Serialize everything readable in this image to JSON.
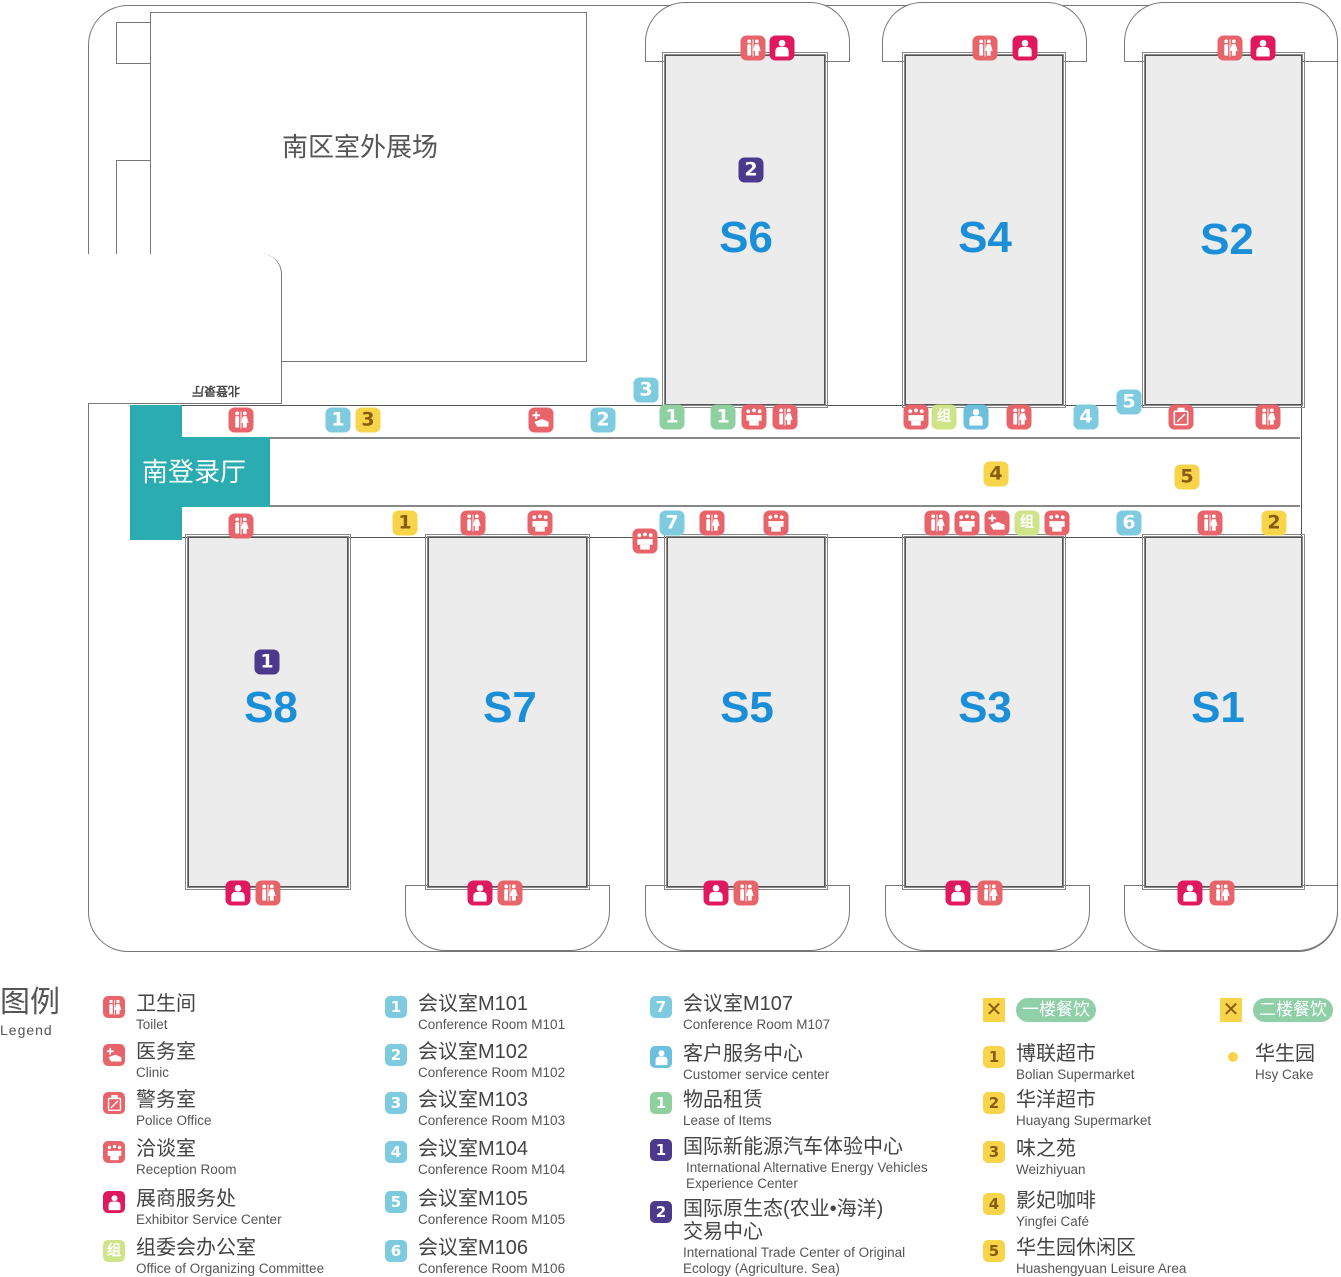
{
  "map": {
    "outdoor_area": "南区室外展场",
    "registration_hall": "南登录厅",
    "north_registration": "北登录厅",
    "halls": {
      "S6": "S6",
      "S4": "S4",
      "S2": "S2",
      "S8": "S8",
      "S7": "S7",
      "S5": "S5",
      "S3": "S3",
      "S1": "S1"
    },
    "hall_badges": {
      "S6": "2",
      "S8": "1"
    },
    "markers": [
      {
        "icon": "toilet"
      },
      {
        "kind": "conf",
        "label": "1"
      },
      {
        "kind": "food",
        "label": "3"
      },
      {
        "icon": "clinic"
      },
      {
        "kind": "conf",
        "label": "2"
      },
      {
        "kind": "conf",
        "label": "3"
      },
      {
        "kind": "lease",
        "label": "1"
      },
      {
        "kind": "lease",
        "label": "1"
      },
      {
        "icon": "reception"
      },
      {
        "icon": "toilet"
      },
      {
        "icon": "reception"
      },
      {
        "kind": "org",
        "label": "组"
      },
      {
        "icon": "customer"
      },
      {
        "icon": "toilet"
      },
      {
        "kind": "conf",
        "label": "4"
      },
      {
        "kind": "conf",
        "label": "5"
      },
      {
        "icon": "police"
      },
      {
        "icon": "toilet"
      },
      {
        "icon": "toilet"
      },
      {
        "icon": "exhibitor"
      },
      {
        "icon": "toilet"
      },
      {
        "icon": "exhibitor"
      },
      {
        "icon": "toilet"
      },
      {
        "icon": "exhibitor"
      },
      {
        "kind": "food",
        "label": "4"
      },
      {
        "kind": "food",
        "label": "5"
      },
      {
        "icon": "toilet"
      },
      {
        "kind": "food",
        "label": "1"
      },
      {
        "icon": "toilet"
      },
      {
        "icon": "reception"
      },
      {
        "icon": "reception"
      },
      {
        "kind": "conf",
        "label": "7"
      },
      {
        "icon": "toilet"
      },
      {
        "icon": "reception"
      },
      {
        "icon": "toilet"
      },
      {
        "icon": "reception"
      },
      {
        "icon": "clinic"
      },
      {
        "kind": "org",
        "label": "组"
      },
      {
        "icon": "reception"
      },
      {
        "kind": "conf",
        "label": "6"
      },
      {
        "icon": "toilet"
      },
      {
        "kind": "food",
        "label": "2"
      },
      {
        "icon": "exhibitor"
      },
      {
        "icon": "toilet"
      },
      {
        "icon": "exhibitor"
      },
      {
        "icon": "toilet"
      },
      {
        "icon": "exhibitor"
      },
      {
        "icon": "toilet"
      },
      {
        "icon": "exhibitor"
      },
      {
        "icon": "toilet"
      },
      {
        "icon": "exhibitor"
      },
      {
        "icon": "toilet"
      }
    ]
  },
  "legend": {
    "title": "图例",
    "subtitle": "Legend",
    "first_floor_dining": "一楼餐饮",
    "second_floor_dining": "二楼餐饮",
    "items": [
      {
        "icon": "toilet",
        "zh": "卫生间",
        "en": "Toilet"
      },
      {
        "icon": "clinic",
        "zh": "医务室",
        "en": "Clinic"
      },
      {
        "icon": "police",
        "zh": "警务室",
        "en": "Police Office"
      },
      {
        "icon": "reception",
        "zh": "洽谈室",
        "en": "Reception Room"
      },
      {
        "icon": "exhibitor",
        "zh": "展商服务处",
        "en": "Exhibitor Service Center"
      },
      {
        "kind": "org",
        "label": "组",
        "zh": "组委会办公室",
        "en": "Office of Organizing Committee"
      },
      {
        "kind": "conf",
        "label": "1",
        "zh": "会议室M101",
        "en": "Conference Room M101"
      },
      {
        "kind": "conf",
        "label": "2",
        "zh": "会议室M102",
        "en": "Conference Room M102"
      },
      {
        "kind": "conf",
        "label": "3",
        "zh": "会议室M103",
        "en": "Conference Room M103"
      },
      {
        "kind": "conf",
        "label": "4",
        "zh": "会议室M104",
        "en": "Conference Room M104"
      },
      {
        "kind": "conf",
        "label": "5",
        "zh": "会议室M105",
        "en": "Conference Room M105"
      },
      {
        "kind": "conf",
        "label": "6",
        "zh": "会议室M106",
        "en": "Conference Room M106"
      },
      {
        "kind": "conf",
        "label": "7",
        "zh": "会议室M107",
        "en": "Conference Room M107"
      },
      {
        "icon": "customer",
        "zh": "客户服务中心",
        "en": "Customer service center"
      },
      {
        "kind": "lease",
        "label": "1",
        "zh": "物品租赁",
        "en": "Lease of Items"
      },
      {
        "kind": "purple",
        "label": "1",
        "zh": "国际新能源汽车体验中心",
        "en": "International Alternative Energy Vehicles",
        "en2": "Experience Center"
      },
      {
        "kind": "purple",
        "label": "2",
        "zh": "国际原生态(农业•海洋)",
        "zh2": "交易中心",
        "en": "International Trade Center of Original",
        "en2": "Ecology (Agriculture. Sea)"
      },
      {
        "kind": "food",
        "label": "1",
        "zh": "博联超市",
        "en": "Bolian Supermarket"
      },
      {
        "kind": "food",
        "label": "2",
        "zh": "华洋超市",
        "en": "Huayang Supermarket"
      },
      {
        "kind": "food",
        "label": "3",
        "zh": "味之苑",
        "en": "Weizhiyuan"
      },
      {
        "kind": "food",
        "label": "4",
        "zh": "影妃咖啡",
        "en": "Yingfei Café"
      },
      {
        "kind": "food",
        "label": "5",
        "zh": "华生园休闲区",
        "en": "Huashengyuan Leisure Area"
      },
      {
        "kind": "dot",
        "zh": "华生园",
        "en": "Hsy Cake"
      }
    ]
  },
  "colors": {
    "red": "#e8646b",
    "magenta": "#e0195f",
    "conf": "#7ecbe0",
    "lease": "#8fd0a0",
    "org": "#cfe38a",
    "customer": "#6cc0dd",
    "food": "#f7d44a",
    "food_text": "#8a5a10",
    "purple": "#4b3a8c",
    "hall_label": "#1a8fd8",
    "teal": "#2aacb0"
  }
}
